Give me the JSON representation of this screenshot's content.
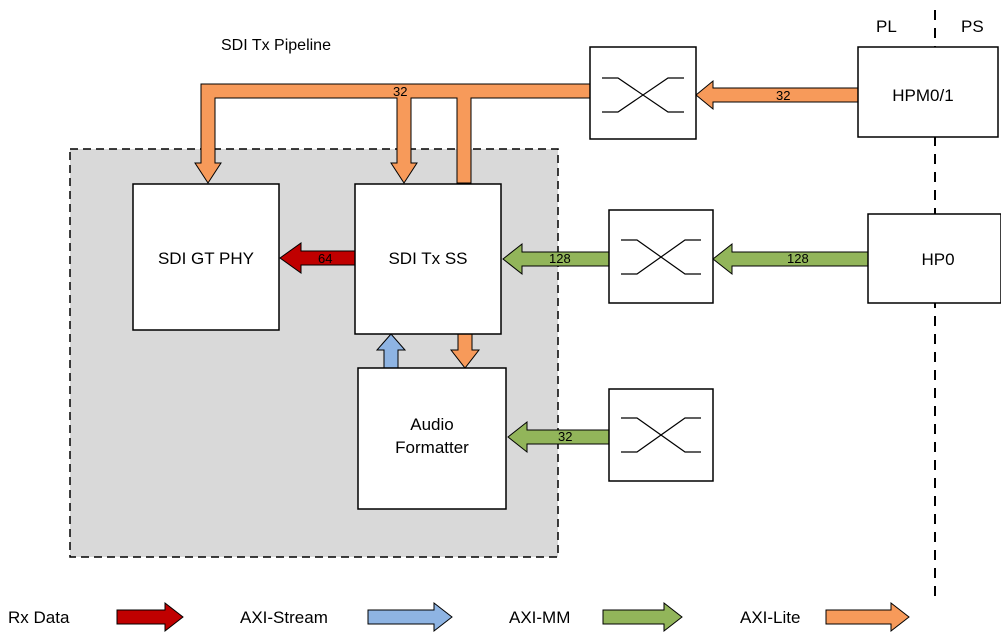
{
  "title": "SDI Tx Pipeline",
  "regions": {
    "pl": "PL",
    "ps": "PS"
  },
  "blocks": {
    "sdi_gt_phy": "SDI GT PHY",
    "sdi_tx_ss": "SDI Tx SS",
    "audio_formatter_line1": "Audio",
    "audio_formatter_line2": "Formatter",
    "hpm": "HPM0/1",
    "hp0": "HP0"
  },
  "bus_widths": {
    "hpm_to_interconnect": "32",
    "lite_bus": "32",
    "hp0_to_interconnect": "128",
    "interconnect_to_tx_ss": "128",
    "tx_ss_to_phy": "64",
    "interconnect_to_audio": "32"
  },
  "legend": [
    {
      "label": "Rx Data",
      "color": "#c00000"
    },
    {
      "label": "AXI-Stream",
      "color": "#8eb4e3"
    },
    {
      "label": "AXI-MM",
      "color": "#92b55a"
    },
    {
      "label": "AXI-Lite",
      "color": "#f79a5a"
    }
  ],
  "colors": {
    "rx_data": "#c00000",
    "axi_stream": "#8eb4e3",
    "axi_mm": "#92b55a",
    "axi_lite": "#f79a5a",
    "pipeline_bg": "#d9d9d9"
  },
  "icons": [
    "crossbar-icon"
  ]
}
